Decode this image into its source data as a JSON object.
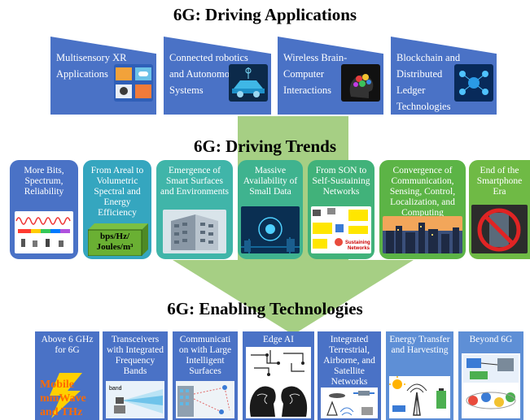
{
  "headings": {
    "applications": "6G: Driving Applications",
    "trends": "6G: Driving Trends",
    "technologies": "6G: Enabling Technologies"
  },
  "applications": [
    {
      "label": "Multisensory XR Applications",
      "icon": "xr-devices-icon"
    },
    {
      "label": "Connected robotics and Autonomous Systems",
      "icon": "autonomous-car-icon"
    },
    {
      "label": "Wireless Brain-Computer Interactions",
      "icon": "brain-icon"
    },
    {
      "label": "Blockchain and Distributed Ledger Technologies",
      "icon": "blockchain-network-icon"
    }
  ],
  "trends": [
    {
      "label": "More Bits, Spectrum, Reliability",
      "color": "#4a72c6"
    },
    {
      "label": "From Areal to Volumetric Spectral and Energy Efficiency",
      "color": "#35a6bf",
      "box_text": "bps/Hz/ Joules/m³"
    },
    {
      "label": "Emergence of Smart Surfaces and Environments",
      "color": "#40b5a9"
    },
    {
      "label": "Massive Availability of Small Data",
      "color": "#3fb38f"
    },
    {
      "label": "From SON to Self-Sustaining Networks",
      "color": "#41b27a",
      "inner_label": "Sustaining Networks"
    },
    {
      "label": "Convergence of Communication, Sensing, Control, Localization, and Computing",
      "color": "#5cb446"
    },
    {
      "label": "End of the Smartphone Era",
      "color": "#6fba45"
    }
  ],
  "technologies": [
    {
      "label": "Above 6 GHz for 6G",
      "color": "#4a72c6",
      "overlay": "Mobile mmWave and THz"
    },
    {
      "label": "Transceivers with Integrated Frequency Bands",
      "color": "#4a72c6",
      "inner_label": "band"
    },
    {
      "label": "Communicati on with Large Intelligent Surfaces",
      "color": "#4a72c6"
    },
    {
      "label": "Edge AI",
      "color": "#4a72c6"
    },
    {
      "label": "Integrated Terrestrial, Airborne, and Satellite Networks",
      "color": "#4a72c6"
    },
    {
      "label": "Energy Transfer and Harvesting",
      "color": "#5e8fd6"
    },
    {
      "label": "Beyond 6G",
      "color": "#5e8fd6"
    }
  ]
}
